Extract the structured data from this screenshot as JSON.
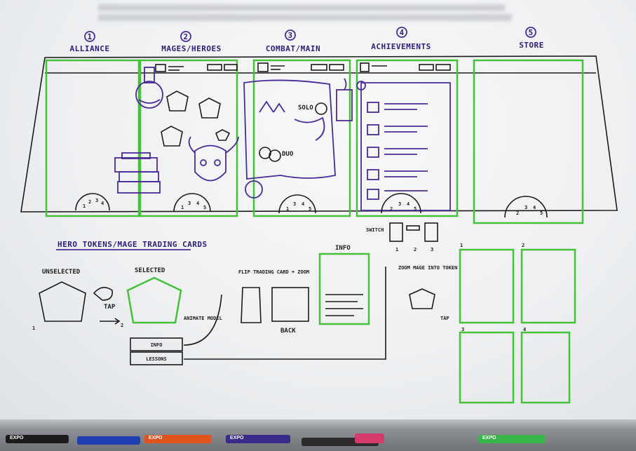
{
  "sections": [
    {
      "num": "1",
      "label": "ALLIANCE"
    },
    {
      "num": "2",
      "label": "MAGES/HEROES"
    },
    {
      "num": "3",
      "label": "COMBAT/MAIN"
    },
    {
      "num": "4",
      "label": "ACHIEVEMENTS"
    },
    {
      "num": "5",
      "label": "STORE"
    }
  ],
  "combat": {
    "solo": "SOLO",
    "duo": "DUO"
  },
  "nav_wheel_numbers": [
    "1",
    "2",
    "3",
    "4",
    "5"
  ],
  "switch": {
    "label": "SWITCH",
    "steps": [
      "1",
      "2",
      "3"
    ]
  },
  "lower": {
    "title": "HERO TOKENS/MAGE TRADING CARDS",
    "unselected": "UNSELECTED",
    "selected": "SELECTED",
    "tap": "TAP",
    "step1": "1",
    "step2": "2",
    "animate": "ANIMATE MODEL",
    "info_btn": "INFO",
    "lessons_btn": "LESSONS",
    "flip": "FLIP TRADING CARD + ZOOM",
    "back": "BACK",
    "info_title": "INFO",
    "zoom": "ZOOM MAGE INTO TOKEN",
    "tap2": "TAP",
    "panels": [
      "1",
      "2",
      "3",
      "4"
    ]
  },
  "markers": [
    "EXPO",
    "EXPO",
    "EXPO",
    "EXPO"
  ]
}
